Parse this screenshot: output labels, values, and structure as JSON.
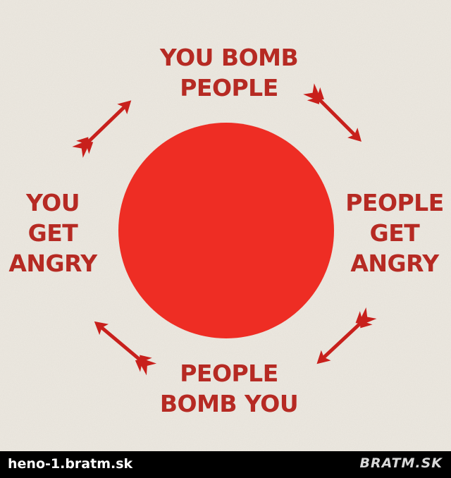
{
  "diagram": {
    "nodes": {
      "top": [
        "YOU BOMB",
        "PEOPLE"
      ],
      "right": [
        "PEOPLE",
        "GET",
        "ANGRY"
      ],
      "bottom": [
        "PEOPLE",
        "BOMB YOU"
      ],
      "left": [
        "YOU",
        "GET",
        "ANGRY"
      ]
    },
    "colors": {
      "text": "#b62a23",
      "circle": "#ee2d24",
      "arrow": "#c8201c",
      "background": "#ede9e1"
    }
  },
  "footer": {
    "site": "heno-1.bratm.sk",
    "logo": "BRATM.SK"
  }
}
